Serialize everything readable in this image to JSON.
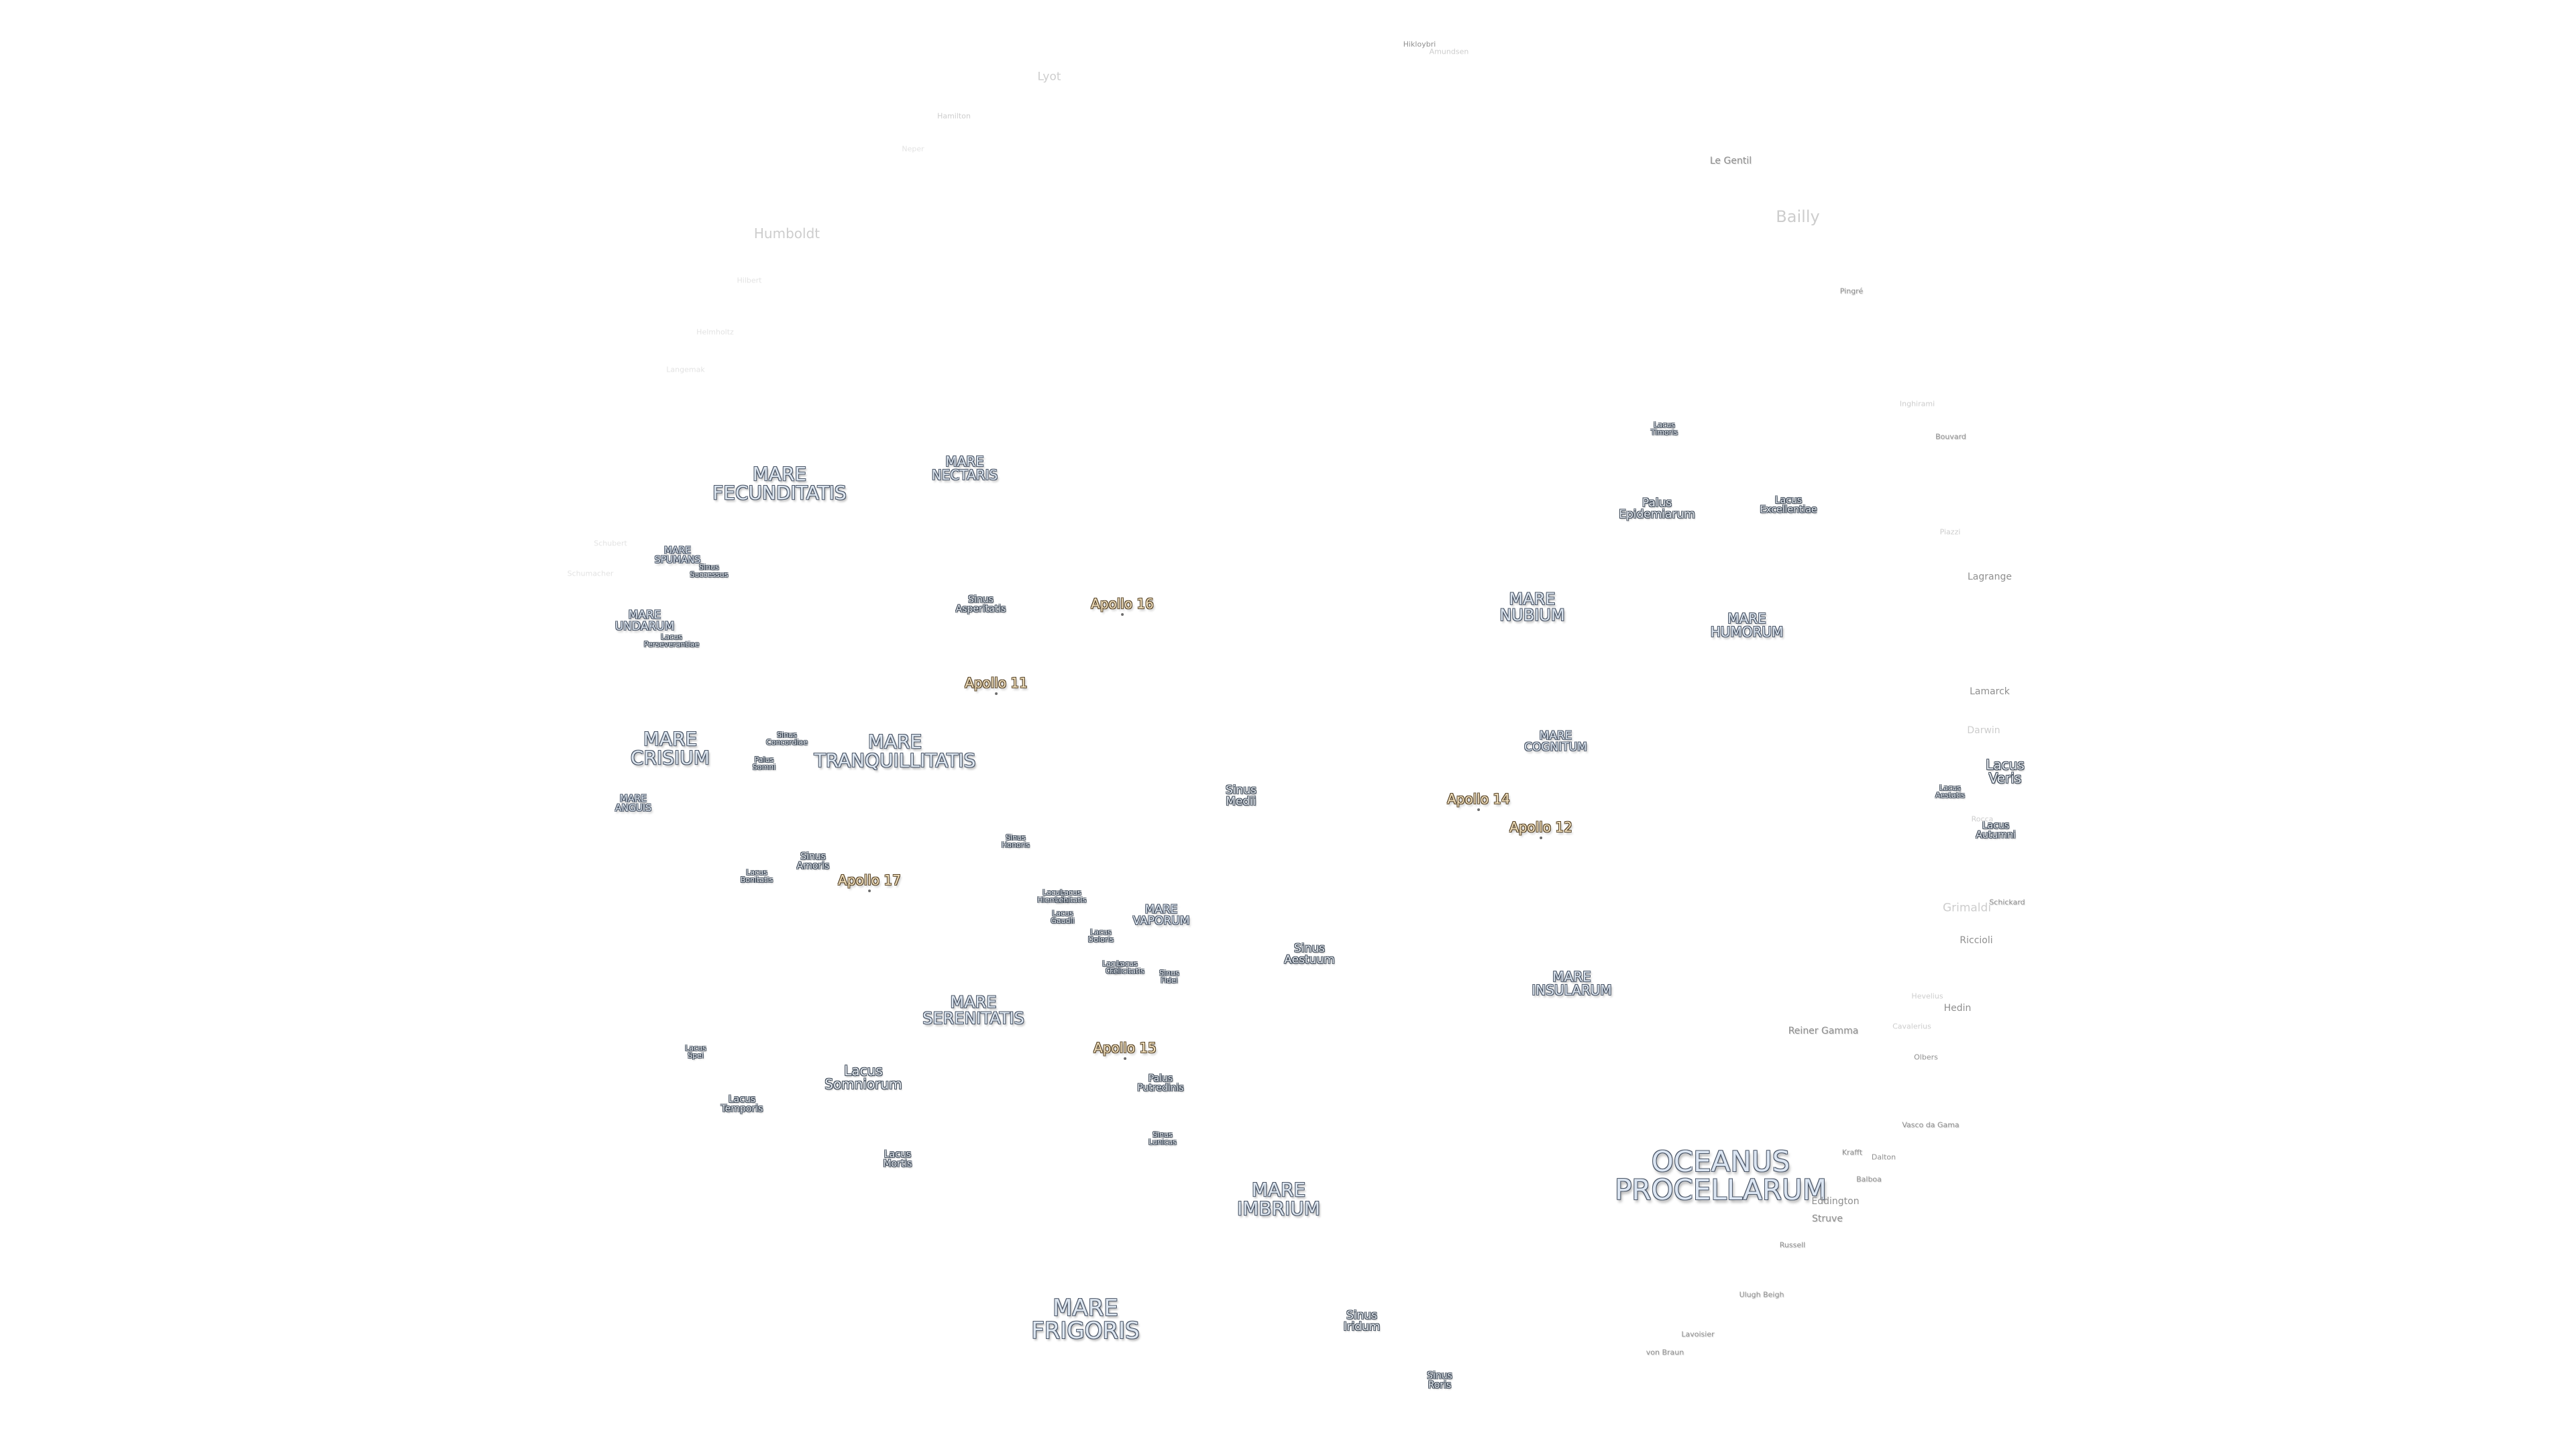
{
  "maria": [
    {
      "id": "mare-fecunditatis",
      "lines": [
        "MARE",
        "FECUNDITATIS"
      ]
    },
    {
      "id": "mare-nectaris",
      "lines": [
        "MARE",
        "NECTARIS"
      ]
    },
    {
      "id": "mare-spumans",
      "lines": [
        "MARE",
        "SPUMANS"
      ]
    },
    {
      "id": "mare-undarum",
      "lines": [
        "MARE",
        "UNDARUM"
      ]
    },
    {
      "id": "mare-crisium",
      "lines": [
        "MARE",
        "CRISIUM"
      ]
    },
    {
      "id": "mare-anguis",
      "lines": [
        "MARE",
        "ANGUIS"
      ]
    },
    {
      "id": "mare-tranquillitatis",
      "lines": [
        "MARE",
        "TRANQUILLITATIS"
      ]
    },
    {
      "id": "mare-vaporum",
      "lines": [
        "MARE",
        "VAPORUM"
      ]
    },
    {
      "id": "mare-serenitatis",
      "lines": [
        "MARE",
        "SERENITATIS"
      ]
    },
    {
      "id": "mare-imbrium",
      "lines": [
        "MARE",
        "IMBRIUM"
      ]
    },
    {
      "id": "mare-frigoris",
      "lines": [
        "MARE",
        "FRIGORIS"
      ]
    },
    {
      "id": "mare-nubium",
      "lines": [
        "MARE",
        "NUBIUM"
      ]
    },
    {
      "id": "mare-humorum",
      "lines": [
        "MARE",
        "HUMORUM"
      ]
    },
    {
      "id": "mare-cognitum",
      "lines": [
        "MARE",
        "COGNITUM"
      ]
    },
    {
      "id": "mare-insularum",
      "lines": [
        "MARE",
        "INSULARUM"
      ]
    },
    {
      "id": "oceanus-procellarum",
      "lines": [
        "OCEANUS",
        "PROCELLARUM"
      ]
    }
  ],
  "features": [
    {
      "id": "sinus-successus",
      "lines": [
        "Sinus",
        "Successus"
      ]
    },
    {
      "id": "lacus-perseverantiae",
      "lines": [
        "Lacus",
        "Perseverantiae"
      ]
    },
    {
      "id": "sinus-asperitatis",
      "lines": [
        "Sinus",
        "Asperitatis"
      ]
    },
    {
      "id": "sinus-concordiae",
      "lines": [
        "Sinus",
        "Concordiae"
      ]
    },
    {
      "id": "palus-somni",
      "lines": [
        "Palus",
        "Somni"
      ]
    },
    {
      "id": "sinus-medii",
      "lines": [
        "Sinus",
        "Medii"
      ]
    },
    {
      "id": "sinus-honoris",
      "lines": [
        "Sinus",
        "Honoris"
      ]
    },
    {
      "id": "sinus-amoris",
      "lines": [
        "Sinus",
        "Amoris"
      ]
    },
    {
      "id": "lacus-bonitatis",
      "lines": [
        "Lacus",
        "Bonitatis"
      ]
    },
    {
      "id": "lacus-hiemalis",
      "lines": [
        "Lacus",
        "Hiemalis"
      ]
    },
    {
      "id": "lacus-lenitatis",
      "lines": [
        "Lacus",
        "Lenitatis"
      ]
    },
    {
      "id": "lacus-gaudii",
      "lines": [
        "Lacus",
        "Gaudii"
      ]
    },
    {
      "id": "lacus-doloris",
      "lines": [
        "Lacus",
        "Doloris"
      ]
    },
    {
      "id": "lacus-odii",
      "lines": [
        "Lacus",
        "Odii"
      ]
    },
    {
      "id": "lacus-felicitatis",
      "lines": [
        "Lacus",
        "Felicitatis"
      ]
    },
    {
      "id": "sinus-fidei",
      "lines": [
        "Sinus",
        "Fidei"
      ]
    },
    {
      "id": "sinus-aestuum",
      "lines": [
        "Sinus",
        "Aestuum"
      ]
    },
    {
      "id": "lacus-spei",
      "lines": [
        "Lacus",
        "Spei"
      ]
    },
    {
      "id": "lacus-temporis",
      "lines": [
        "Lacus",
        "Temporis"
      ]
    },
    {
      "id": "lacus-somniorum",
      "lines": [
        "Lacus",
        "Somniorum"
      ]
    },
    {
      "id": "palus-putredinis",
      "lines": [
        "Palus",
        "Putredinis"
      ]
    },
    {
      "id": "sinus-lunicus",
      "lines": [
        "Sinus",
        "Lunicus"
      ]
    },
    {
      "id": "lacus-mortis",
      "lines": [
        "Lacus",
        "Mortis"
      ]
    },
    {
      "id": "sinus-iridum",
      "lines": [
        "Sinus",
        "Iridum"
      ]
    },
    {
      "id": "sinus-roris",
      "lines": [
        "Sinus",
        "Roris"
      ]
    },
    {
      "id": "lacus-timoris",
      "lines": [
        "Lacus",
        "Timoris"
      ]
    },
    {
      "id": "palus-epidemiarum",
      "lines": [
        "Palus",
        "Epidemiarum"
      ]
    },
    {
      "id": "lacus-excellentiae",
      "lines": [
        "Lacus",
        "Excellentiae"
      ]
    },
    {
      "id": "lacus-veris",
      "lines": [
        "Lacus",
        "Veris"
      ]
    },
    {
      "id": "lacus-aestatis",
      "lines": [
        "Lacus",
        "Aestatis"
      ]
    },
    {
      "id": "lacus-autumni",
      "lines": [
        "Lacus",
        "Autumni"
      ]
    }
  ],
  "apollo_sites": [
    {
      "id": "apollo-16",
      "label": "Apollo 16"
    },
    {
      "id": "apollo-11",
      "label": "Apollo 11"
    },
    {
      "id": "apollo-17",
      "label": "Apollo 17"
    },
    {
      "id": "apollo-15",
      "label": "Apollo 15"
    },
    {
      "id": "apollo-14",
      "label": "Apollo 14"
    },
    {
      "id": "apollo-12",
      "label": "Apollo 12"
    }
  ],
  "craters": [
    {
      "id": "lyot",
      "label": "Lyot"
    },
    {
      "id": "hamilton",
      "label": "Hamilton"
    },
    {
      "id": "humboldt",
      "label": "Humboldt"
    },
    {
      "id": "schubert",
      "label": "Schubert"
    },
    {
      "id": "neper",
      "label": "Neper"
    },
    {
      "id": "hilbert",
      "label": "Hilbert"
    },
    {
      "id": "langemak",
      "label": "Langemak"
    },
    {
      "id": "schumacher",
      "label": "Schumacher"
    },
    {
      "id": "helmholtz",
      "label": "Helmholtz"
    },
    {
      "id": "le-gentil",
      "label": "Le Gentil"
    },
    {
      "id": "bailly",
      "label": "Bailly"
    },
    {
      "id": "pingre",
      "label": "Pingré"
    },
    {
      "id": "inghirami",
      "label": "Inghirami"
    },
    {
      "id": "bouvard",
      "label": "Bouvard"
    },
    {
      "id": "piazzi",
      "label": "Piazzi"
    },
    {
      "id": "lagrange",
      "label": "Lagrange"
    },
    {
      "id": "lamarck",
      "label": "Lamarck"
    },
    {
      "id": "darwin",
      "label": "Darwin"
    },
    {
      "id": "grimaldi",
      "label": "Grimaldi"
    },
    {
      "id": "riccioli",
      "label": "Riccioli"
    },
    {
      "id": "hevelius",
      "label": "Hevelius"
    },
    {
      "id": "hedin",
      "label": "Hedin"
    },
    {
      "id": "reiner-gamma",
      "label": "Reiner Gamma"
    },
    {
      "id": "olbers",
      "label": "Olbers"
    },
    {
      "id": "vasco-da-gama",
      "label": "Vasco da Gama"
    },
    {
      "id": "krafft",
      "label": "Krafft"
    },
    {
      "id": "dalton",
      "label": "Dalton"
    },
    {
      "id": "balboa",
      "label": "Balboa"
    },
    {
      "id": "eddington",
      "label": "Eddington"
    },
    {
      "id": "struve",
      "label": "Struve"
    },
    {
      "id": "russell",
      "label": "Russell"
    },
    {
      "id": "ulugh-beigh",
      "label": "Ulugh Beigh"
    },
    {
      "id": "lavoisier",
      "label": "Lavoisier"
    },
    {
      "id": "von-braun",
      "label": "von Braun"
    },
    {
      "id": "hikloybri",
      "label": "Hikloybri"
    },
    {
      "id": "amundsen",
      "label": "Amundsen"
    },
    {
      "id": "rocca",
      "label": "Rocca"
    },
    {
      "id": "cavalerius",
      "label": "Cavalerius"
    },
    {
      "id": "schickard",
      "label": "Schickard"
    }
  ]
}
